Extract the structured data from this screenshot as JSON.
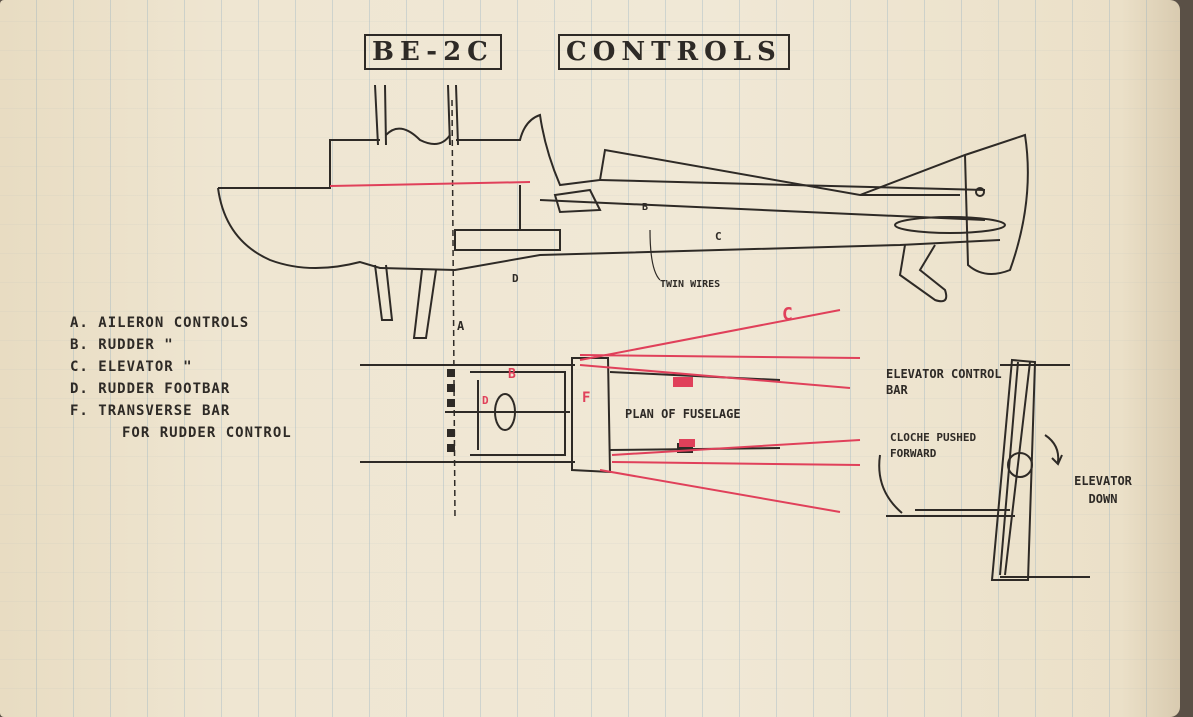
{
  "title": {
    "part1": "BE-2C",
    "part2": "CONTROLS"
  },
  "legend": [
    "A. AILERON CONTROLS",
    "B. RUDDER \"",
    "C. ELEVATOR \"",
    "D. RUDDER FOOTBAR",
    "F. TRANSVERSE BAR",
    "FOR RUDDER CONTROL"
  ],
  "side_view": {
    "label_twin_wires": "TWIN WIRES",
    "label_c": "C",
    "label_d": "D",
    "label_b": "B",
    "label_a": "A"
  },
  "plan_view": {
    "title": "PLAN OF FUSELAGE",
    "label_c": "C",
    "label_b": "B",
    "label_d": "D",
    "label_f": "F"
  },
  "elevator_detail": {
    "control_bar_label": "ELEVATOR CONTROL BAR",
    "cloche_label": "CLOCHE PUSHED FORWARD",
    "elevator_label": "ELEVATOR DOWN"
  },
  "colors": {
    "ink": "#2e2a26",
    "red_pencil": "#e0405a",
    "paper": "#efe6d2"
  }
}
